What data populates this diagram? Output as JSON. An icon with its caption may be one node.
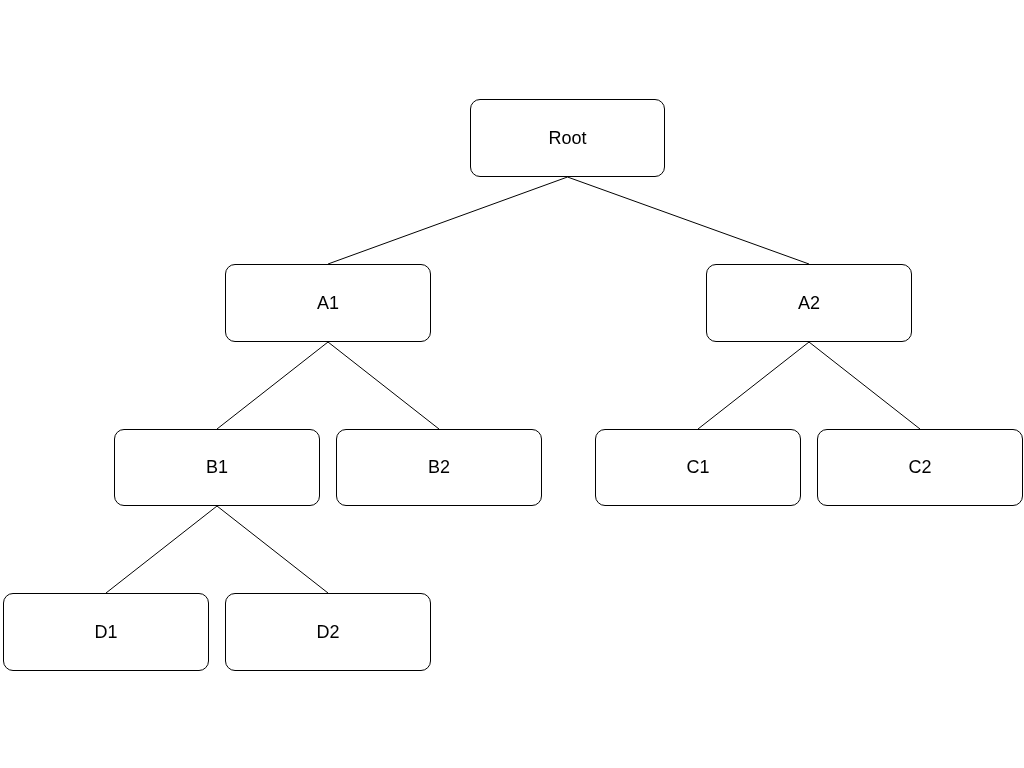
{
  "diagram": {
    "nodes": [
      {
        "text": [
          "Root"
        ]
      },
      {
        "text": [
          "A1"
        ]
      },
      {
        "text": [
          "A2"
        ]
      },
      {
        "text": [
          "B1"
        ]
      },
      {
        "text": [
          "B2"
        ]
      },
      {
        "text": [
          "C1"
        ]
      },
      {
        "text": [
          "C2"
        ]
      },
      {
        "text": [
          "D1"
        ]
      },
      {
        "text": [
          "D2"
        ]
      }
    ],
    "edges": [
      {
        "from": 0,
        "to": 1,
        "arrow": "none"
      },
      {
        "from": 0,
        "to": 2,
        "arrow": "none"
      },
      {
        "from": 1,
        "to": 3,
        "arrow": "none"
      },
      {
        "from": 1,
        "to": 4,
        "arrow": "none"
      },
      {
        "from": 2,
        "to": 5,
        "arrow": "none"
      },
      {
        "from": 2,
        "to": 6,
        "arrow": "none"
      },
      {
        "from": 3,
        "to": 7,
        "arrow": "none"
      },
      {
        "from": 3,
        "to": 8,
        "arrow": "none"
      }
    ]
  }
}
